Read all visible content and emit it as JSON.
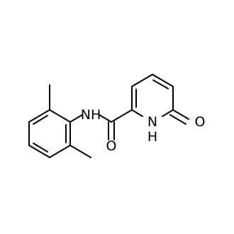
{
  "molecule": {
    "atoms": {
      "amide_nitrogen": "NH",
      "carbonyl_oxygen": "O",
      "ring_nitrogen": "H",
      "ring_nitrogen_symbol": "N",
      "keto_oxygen": "O"
    },
    "colors": {
      "bond": "#000000",
      "text": "#000000",
      "background": "#ffffff"
    }
  }
}
